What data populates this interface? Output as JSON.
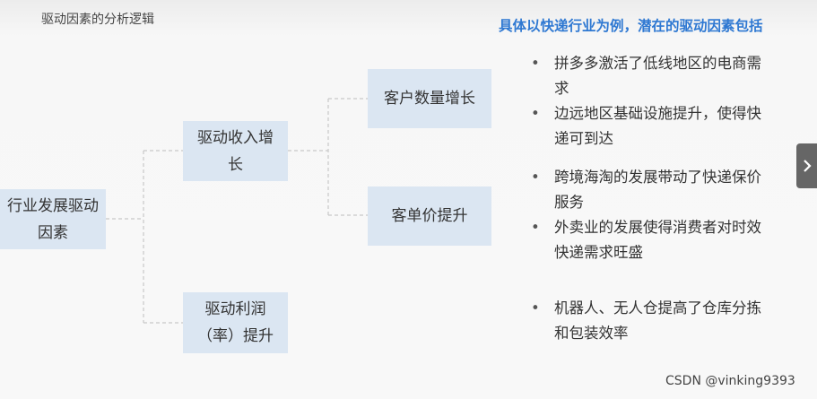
{
  "header": {
    "title": "驱动因素的分析逻辑",
    "headline": "具体以快递行业为例，潜在的驱动因素包括"
  },
  "tree": {
    "root": "行业发展驱动因素",
    "revenue": "驱动收入增长",
    "customers": "客户数量增长",
    "unit_price": "客单价提升",
    "profit": "驱动利润（率）提升"
  },
  "bullets": {
    "customers": [
      "拼多多激活了低线地区的电商需求",
      "边远地区基础设施提升，使得快递可到达"
    ],
    "unit_price": [
      "跨境海淘的发展带动了快递保价服务",
      "外卖业的发展使得消费者对时效快递需求旺盛"
    ],
    "profit": [
      "机器人、无人仓提高了仓库分拣和包装效率"
    ]
  },
  "watermark": "CSDN @vinking9393",
  "colors": {
    "box_fill": "#dbe6f2",
    "headline": "#2e78d2",
    "connector": "#c8c8c8"
  },
  "icons": {
    "next": "chevron-right-icon"
  }
}
